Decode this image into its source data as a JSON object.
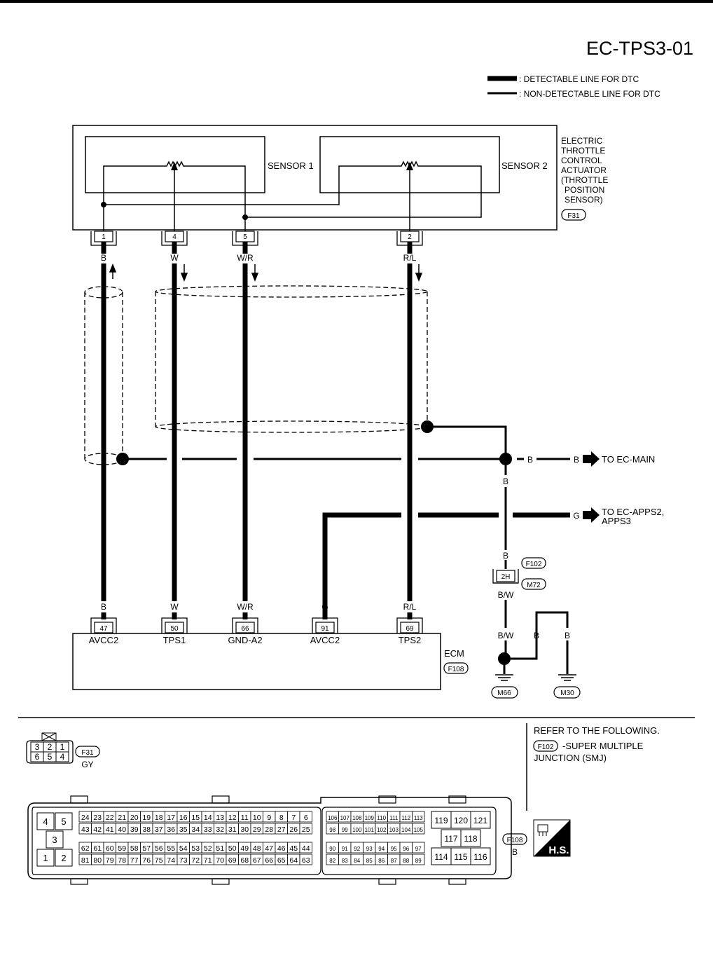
{
  "page_code": "EC-TPS3-01",
  "legend": {
    "detectable": ": DETECTABLE LINE FOR DTC",
    "non_detectable": ": NON-DETECTABLE LINE FOR DTC"
  },
  "actuator": {
    "name_lines": [
      "ELECTRIC",
      "THROTTLE",
      "CONTROL",
      "ACTUATOR",
      "(THROTTLE",
      "POSITION",
      "SENSOR)"
    ],
    "connector": "F31",
    "sensor1_label": "SENSOR 1",
    "sensor2_label": "SENSOR 2"
  },
  "wires": [
    {
      "top_pin": "1",
      "color": "B",
      "ecm_pin": "47",
      "ecm_label": "AVCC2"
    },
    {
      "top_pin": "4",
      "color": "W",
      "ecm_pin": "50",
      "ecm_label": "TPS1"
    },
    {
      "top_pin": "5",
      "color": "W/R",
      "ecm_pin": "66",
      "ecm_label": "GND-A2"
    },
    {
      "top_pin": "",
      "color": "G",
      "ecm_pin": "91",
      "ecm_label": "AVCC2"
    },
    {
      "top_pin": "2",
      "color": "R/L",
      "ecm_pin": "69",
      "ecm_label": "TPS2"
    }
  ],
  "ecm": {
    "label": "ECM",
    "connector": "F108"
  },
  "right_circuit": {
    "b1": "B",
    "b2": "B",
    "b3": "B",
    "b4": "B",
    "to_main": "TO EC-MAIN",
    "g": "G",
    "to_apps_1": "TO EC-APPS2,",
    "to_apps_2": "APPS3",
    "conn_f102": "F102",
    "conn_m72": "M72",
    "junction_pin": "2H",
    "bw1": "B/W",
    "bw2": "B/W",
    "bg1": "B",
    "bg2": "B",
    "ground1": "M66",
    "ground2": "M30"
  },
  "refer": {
    "line1": "REFER TO THE FOLLOWING.",
    "conn": "F102",
    "line2": "-SUPER MULTIPLE",
    "line3": "JUNCTION (SMJ)"
  },
  "f31_connector": {
    "id": "F31",
    "color": "GY",
    "row1": [
      "3",
      "2",
      "1"
    ],
    "row2": [
      "6",
      "5",
      "4"
    ]
  },
  "f108_connector": {
    "id": "F108",
    "color": "B",
    "left_pins": [
      "4",
      "5",
      "3",
      "1",
      "2"
    ],
    "row_a": [
      "24",
      "23",
      "22",
      "21",
      "20",
      "19",
      "18",
      "17",
      "16",
      "15",
      "14",
      "13",
      "12",
      "11",
      "10",
      "9",
      "8",
      "7",
      "6"
    ],
    "row_b": [
      "43",
      "42",
      "41",
      "40",
      "39",
      "38",
      "37",
      "36",
      "35",
      "34",
      "33",
      "32",
      "31",
      "30",
      "29",
      "28",
      "27",
      "26",
      "25"
    ],
    "row_c": [
      "62",
      "61",
      "60",
      "59",
      "58",
      "57",
      "56",
      "55",
      "54",
      "53",
      "52",
      "51",
      "50",
      "49",
      "48",
      "47",
      "46",
      "45",
      "44"
    ],
    "row_d": [
      "81",
      "80",
      "79",
      "78",
      "77",
      "76",
      "75",
      "74",
      "73",
      "72",
      "71",
      "70",
      "69",
      "68",
      "67",
      "66",
      "65",
      "64",
      "63"
    ],
    "mid_a": [
      "106",
      "107",
      "108",
      "109",
      "110",
      "111",
      "112",
      "113"
    ],
    "mid_b": [
      "98",
      "99",
      "100",
      "101",
      "102",
      "103",
      "104",
      "105"
    ],
    "mid_c": [
      "90",
      "91",
      "92",
      "93",
      "94",
      "95",
      "96",
      "97"
    ],
    "mid_d": [
      "82",
      "83",
      "84",
      "85",
      "86",
      "87",
      "88",
      "89"
    ],
    "right_pins": [
      "119",
      "120",
      "121",
      "117",
      "118",
      "114",
      "115",
      "116"
    ]
  },
  "hs_badge": "H.S."
}
